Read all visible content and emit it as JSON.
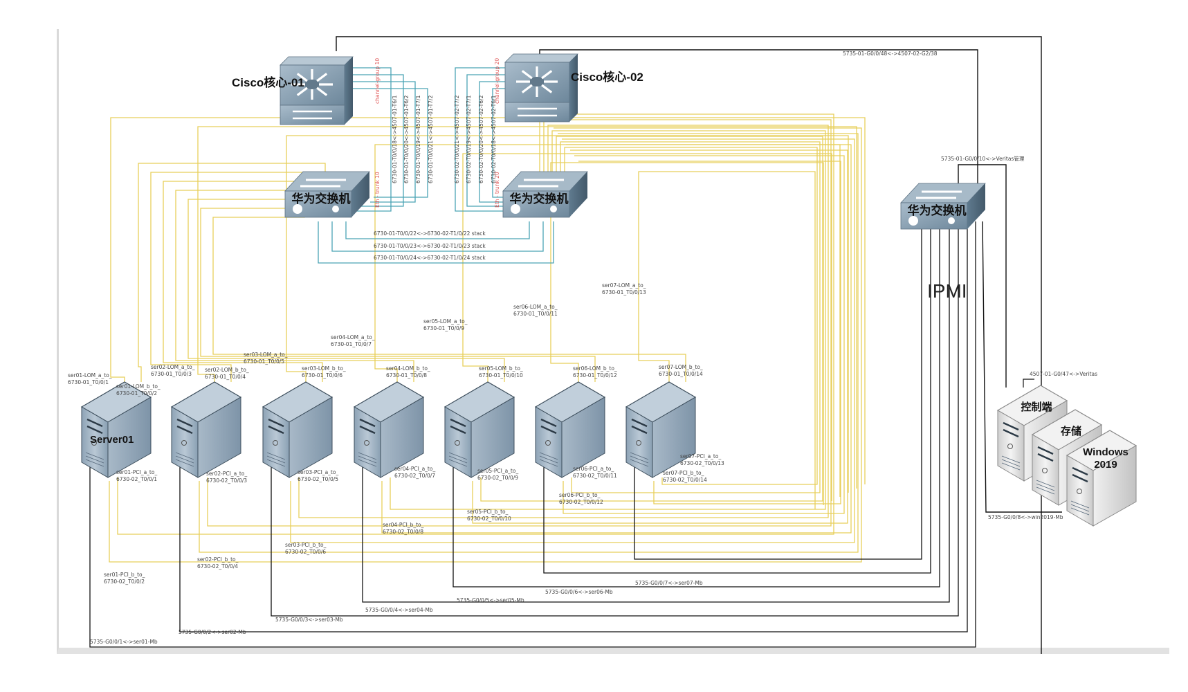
{
  "diagram": {
    "cores": [
      {
        "id": "core1",
        "label": "Cisco核心-01",
        "group_label": "channel-group 10"
      },
      {
        "id": "core2",
        "label": "Cisco核心-02",
        "group_label": "channel-group 20"
      }
    ],
    "switches": [
      {
        "id": "sw1",
        "label": "华为交换机",
        "trunk_label": "Eth - trunk  10"
      },
      {
        "id": "sw2",
        "label": "华为交换机",
        "trunk_label": "Eth - trunk  20"
      },
      {
        "id": "sw3",
        "label": "华为交换机"
      }
    ],
    "core_links": [
      "6730-01-T0/0/18<->4507-01-T6/1",
      "6730-01-T0/0/20<->4507-01-T6/2",
      "6730-01-T0/0/19<->4507-01-T7/1",
      "6730-01-T0/0/21<->4507-01-T7/2",
      "6730-02-T0/0/21<->4507-02-T7/2",
      "6730-02-T0/0/19<->4507-02-T7/1",
      "6730-02-T0/0/20<->4507-02-T6/2",
      "6730-02-T0/0/18<->4507-02-T6/1"
    ],
    "stack_links": [
      "6730-01-T0/0/22<->6730-02-T1/0/22 stack",
      "6730-01-T0/0/23<->6730-02-T1/0/23 stack",
      "6730-01-T0/0/24<->6730-02-T1/0/24 stack"
    ],
    "uplinks": {
      "top": "5735-01-G0/0/48<->4507-02-G2/38",
      "veritas_mgmt": "5735-01-G0/0/10<->Veritas管理",
      "veritas": "4507-01-G0/47<->Veritas",
      "win2019": "5735-G0/0/8<->win2019-Mb"
    },
    "ipmi_label": "IPMI",
    "servers": [
      {
        "name": "Server01",
        "lom_a": [
          "ser01-LOM_a_to_",
          "6730-01_T0/0/1"
        ],
        "lom_b": [
          "ser01-LOM_b_to_",
          "6730-01_T0/0/2"
        ],
        "pci_a": [
          "ser01-PCI_a_to_",
          "6730-02_T0/0/1"
        ],
        "pci_b": [
          "ser01-PCI_b_to_",
          "6730-02_T0/0/2"
        ],
        "mb": "5735-G0/0/1<->ser01-Mb"
      },
      {
        "name": "",
        "lom_a": [
          "ser02-LOM_a_to_",
          "6730-01_T0/0/3"
        ],
        "lom_b": [
          "ser02-LOM_b_to_",
          "6730-01_T0/0/4"
        ],
        "pci_a": [
          "ser02-PCI_a_to_",
          "6730-02_T0/0/3"
        ],
        "pci_b": [
          "ser02-PCI_b_to_",
          "6730-02_T0/0/4"
        ],
        "mb": "5735-G0/0/2<->ser02-Mb"
      },
      {
        "name": "",
        "lom_a": [
          "ser03-LOM_a_to_",
          "6730-01_T0/0/5"
        ],
        "lom_b": [
          "ser03-LOM_b_to_",
          "6730-01_T0/0/6"
        ],
        "pci_a": [
          "ser03-PCI_a_to_",
          "6730-02_T0/0/5"
        ],
        "pci_b": [
          "ser03-PCI_b_to_",
          "6730-02_T0/0/6"
        ],
        "mb": "5735-G0/0/3<->ser03-Mb"
      },
      {
        "name": "",
        "lom_a": [
          "ser04-LOM_a_to_",
          "6730-01_T0/0/7"
        ],
        "lom_b": [
          "ser04-LOM_b_to_",
          "6730-01_T0/0/8"
        ],
        "pci_a": [
          "ser04-PCI_a_to_",
          "6730-02_T0/0/7"
        ],
        "pci_b": [
          "ser04-PCI_b_to_",
          "6730-02_T0/0/8"
        ],
        "mb": "5735-G0/0/4<->ser04-Mb"
      },
      {
        "name": "",
        "lom_a": [
          "ser05-LOM_a_to_",
          "6730-01_T0/0/9"
        ],
        "lom_b": [
          "ser05-LOM_b_to_",
          "6730-01_T0/0/10"
        ],
        "pci_a": [
          "ser05-PCI_a_to_",
          "6730-02_T0/0/9"
        ],
        "pci_b": [
          "ser05-PCI_b_to_",
          "6730-02_T0/0/10"
        ],
        "mb": "5735-G0/0/5<->ser05-Mb"
      },
      {
        "name": "",
        "lom_a": [
          "ser06-LOM_a_to_",
          "6730-01_T0/0/11"
        ],
        "lom_b": [
          "ser06-LOM_b_to_",
          "6730-01_T0/0/12"
        ],
        "pci_a": [
          "ser06-PCI_a_to_",
          "6730-02_T0/0/11"
        ],
        "pci_b": [
          "ser06-PCI_b_to_",
          "6730-02_T0/0/12"
        ],
        "mb": "5735-G0/0/6<->ser06-Mb"
      },
      {
        "name": "",
        "lom_a": [
          "ser07-LOM_a_to_",
          "6730-01_T0/0/13"
        ],
        "lom_b": [
          "ser07-LOM_b_to_",
          "6730-01_T0/0/14"
        ],
        "pci_a": [
          "ser07-PCI_a_to_",
          "6730-02_T0/0/13"
        ],
        "pci_b": [
          "ser07-PCI_b_to_",
          "6730-02_T0/0/14"
        ],
        "mb": "5735-G0/0/7<->ser07-Mb"
      }
    ],
    "right_servers": [
      {
        "label": "控制端"
      },
      {
        "label": "存储"
      },
      {
        "label": "Windows\n2019"
      }
    ],
    "colors": {
      "data_link": "#e8cf5a",
      "stack_link": "#4aa3b5",
      "mgmt_link": "#111111",
      "device_blue": "#7f98ab",
      "device_gray": "#d6d6d6"
    }
  }
}
